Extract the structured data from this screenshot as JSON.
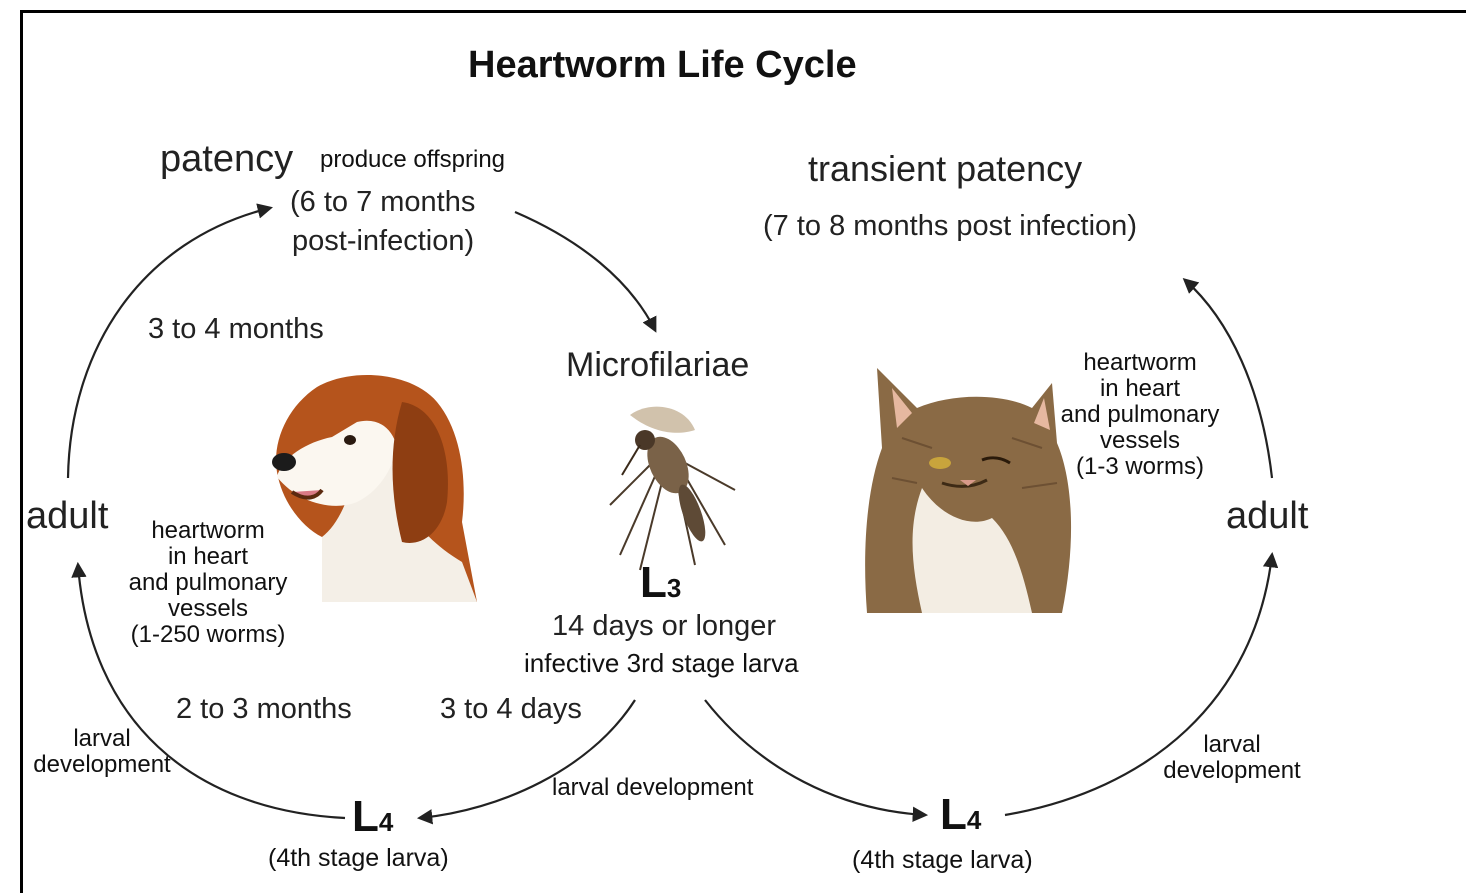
{
  "title": "Heartworm Life Cycle",
  "dog_side": {
    "patency": "patency",
    "patency_note": "produce offspring",
    "patency_time_1": "(6 to 7 months",
    "patency_time_2": "post-infection)",
    "to_patency_time": "3 to 4 months",
    "adult": "adult",
    "heartworm_1": "heartworm",
    "heartworm_2": "in heart",
    "heartworm_3": "and pulmonary",
    "heartworm_4": "vessels",
    "heartworm_5": "(1-250 worms)",
    "l4_to_adult_time": "2 to 3 months",
    "larval_1": "larval",
    "larval_2": "development",
    "l4_caption": "(4th stage larva)"
  },
  "center": {
    "microfilariae": "Microfilariae",
    "l3_days": "14 days or longer",
    "l3_desc": "infective 3rd stage larva",
    "l3_to_l4_time": "3 to 4 days",
    "larval_development": "larval development"
  },
  "cat_side": {
    "patency": "transient patency",
    "patency_time": "(7 to 8 months post infection)",
    "heartworm_1": "heartworm",
    "heartworm_2": "in heart",
    "heartworm_3": "and pulmonary",
    "heartworm_4": "vessels",
    "heartworm_5": "(1-3 worms)",
    "adult": "adult",
    "larval_1": "larval",
    "larval_2": "development",
    "l4_caption": "(4th stage larva)"
  },
  "stages": {
    "L": "L",
    "l3_sub": "3",
    "l4_sub": "4"
  },
  "images": {
    "dog": "beagle-illustration",
    "mosquito": "mosquito-illustration",
    "cat": "cat-illustration"
  },
  "colors": {
    "arrow": "#222222",
    "dog_brown": "#b5541c",
    "cat_brown": "#8a6a45"
  }
}
